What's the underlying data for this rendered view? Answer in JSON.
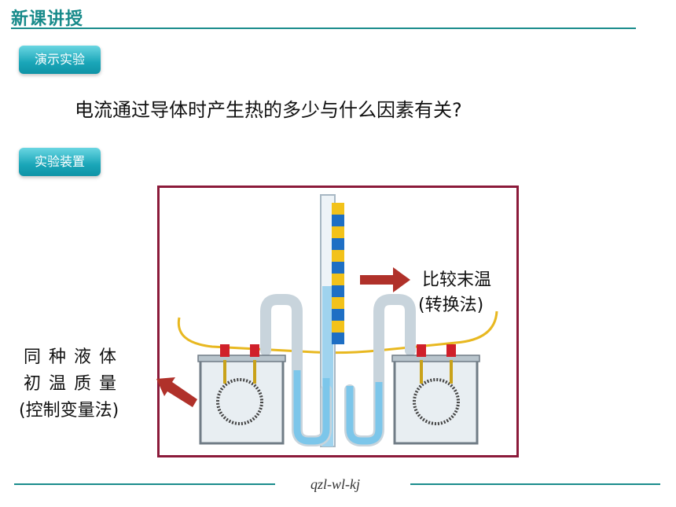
{
  "header": {
    "title": "新课讲授"
  },
  "tags": {
    "demo": "演示实验",
    "apparatus": "实验装置"
  },
  "question": "电流通过导体时产生热的多少与什么因素有关?",
  "annotations": {
    "right_line1": "比较末温",
    "right_line2": "(转换法)",
    "left_line1": "同种液体",
    "left_line2": "初温质量",
    "left_line3": "(控制变量法)"
  },
  "footer": {
    "text": "qzl-wl-kj"
  },
  "colors": {
    "accent": "#1a8c8c",
    "frame": "#8b1a3a",
    "arrow": "#b0312a",
    "liquid": "#9fd3ee",
    "stripe_blue": "#1e6fc4",
    "stripe_yellow": "#f2c21a"
  }
}
